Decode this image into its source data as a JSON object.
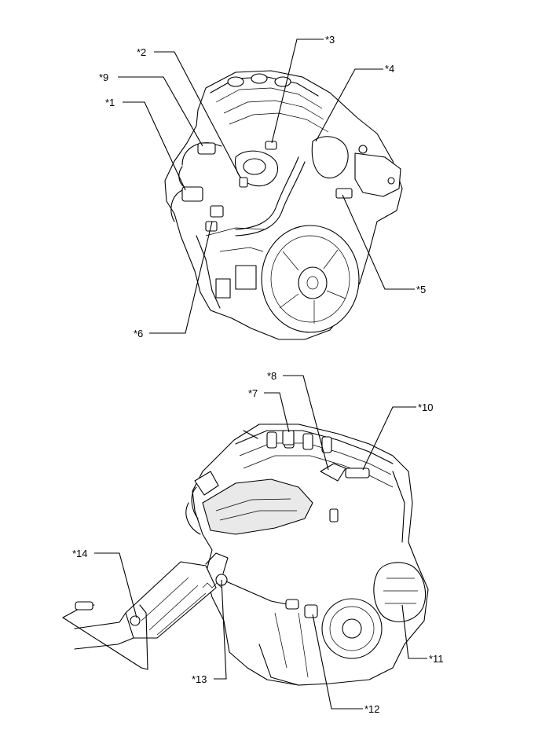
{
  "callouts": {
    "c1": "*1",
    "c2": "*2",
    "c3": "*3",
    "c4": "*4",
    "c5": "*5",
    "c6": "*6",
    "c7": "*7",
    "c8": "*8",
    "c9": "*9",
    "c10": "*10",
    "c11": "*11",
    "c12": "*12",
    "c13": "*13",
    "c14": "*14"
  },
  "colors": {
    "line": "#000000",
    "background": "#ffffff"
  }
}
